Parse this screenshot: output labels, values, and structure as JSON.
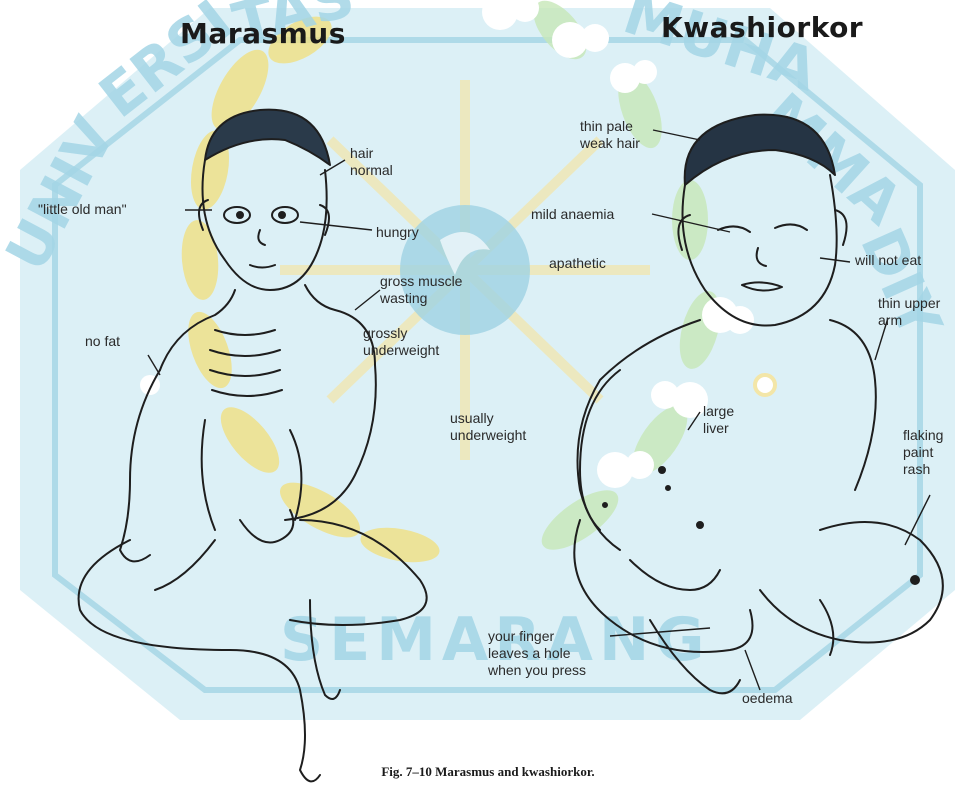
{
  "headings": {
    "left": "Marasmus",
    "right": "Kwashiorkor"
  },
  "labels": {
    "hair_normal_1": "hair",
    "hair_normal_2": "normal",
    "little_old_man": "\"little old man\"",
    "hungry": "hungry",
    "gross_muscle_1": "gross muscle",
    "gross_muscle_2": "wasting",
    "grossly_underweight_1": "grossly",
    "grossly_underweight_2": "underweight",
    "no_fat": "no fat",
    "usually_underweight_1": "usually",
    "usually_underweight_2": "underweight",
    "thin_hair_1": "thin pale",
    "thin_hair_2": "weak hair",
    "mild_anaemia": "mild anaemia",
    "apathetic": "apathetic",
    "will_not_eat": "will not eat",
    "thin_arm_1": "thin upper",
    "thin_arm_2": "arm",
    "large_liver_1": "large",
    "large_liver_2": "liver",
    "flaking_1": "flaking",
    "flaking_2": "paint",
    "flaking_3": "rash",
    "finger_1": "your finger",
    "finger_2": "leaves a hole",
    "finger_3": "when you press",
    "oedema": "oedema"
  },
  "caption": "Fig. 7–10 Marasmus and kwashiorkor.",
  "watermark": {
    "top_text": "UNIVERSITAS MUHAMMADIYAH",
    "bottom_text": "SEMARANG",
    "emblem": "crescent-calligraphy-emblem",
    "color": "#9ed4e4"
  },
  "colors": {
    "background": "#ffffff",
    "watermark_blue": "#a9dbe9",
    "leaf_yellow": "#f2df7a",
    "leaf_green": "#bfe3b3",
    "ink": "#1e1e1e"
  }
}
